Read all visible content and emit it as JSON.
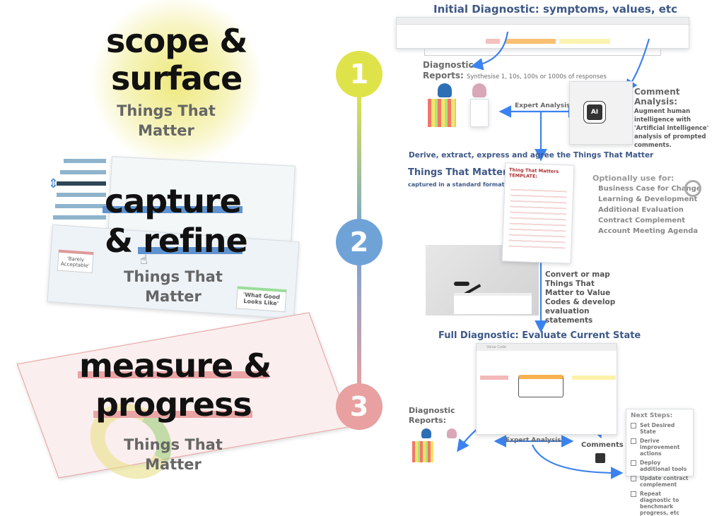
{
  "left": {
    "stage1": {
      "line1": "scope &",
      "line2": "surface",
      "sub": "Things That Matter"
    },
    "stage2": {
      "line1": "capture",
      "line2": "& refine",
      "sub": "Things That Matter",
      "card_left": "'Barely Acceptable'",
      "card_right": "'What Good Looks Like'"
    },
    "stage3": {
      "line1": "measure &",
      "line2": "progress",
      "sub": "Things That Matter"
    }
  },
  "timeline": {
    "steps": [
      "1",
      "2",
      "3"
    ],
    "colors": [
      "#dfe34a",
      "#6fa3d8",
      "#e8a0a0"
    ]
  },
  "right": {
    "initial_title": "Initial Diagnostic: symptoms, values, etc",
    "diag_reports": {
      "title1": "Diagnostic",
      "title2": "Reports:",
      "desc": "Synthesise 1, 10s, 100s or 1000s of responses"
    },
    "expert_analysis": "Expert Analysis",
    "ai_label": "AI",
    "comment_analysis": {
      "title": "Comment Analysis:",
      "desc": "Augment human intelligence with 'Artificial Intelligence' analysis of prompted comments."
    },
    "derive": "Derive, extract, express and agree  the Things That Matter",
    "ttm": {
      "title": "Things That Matter",
      "sub": "captured in a standard format",
      "template_title": "Thing That Matters TEMPLATE:"
    },
    "optional": {
      "title": "Optionally use for:",
      "items": [
        "Business Case for Change",
        "Learning & Development",
        "Additional Evaluation",
        "Contract Complement",
        "Account Meeting Agenda"
      ]
    },
    "convert": "Convert or map Things That Matter to Value Codes & develop evaluation statements",
    "full_title": "Full Diagnostic: Evaluate Current State",
    "value_code_tab": "Value Code",
    "diag_reports2": {
      "title1": "Diagnostic",
      "title2": "Reports:"
    },
    "expert_analysis2": "Expert Analysis",
    "comments": "Comments",
    "next_steps": {
      "title": "Next Steps:",
      "items": [
        "Set Desired State",
        "Derive improvement actions",
        "Deploy additional tools",
        "Update contract complement",
        "Repeat diagnostic to benchmark progress, etc"
      ]
    }
  }
}
